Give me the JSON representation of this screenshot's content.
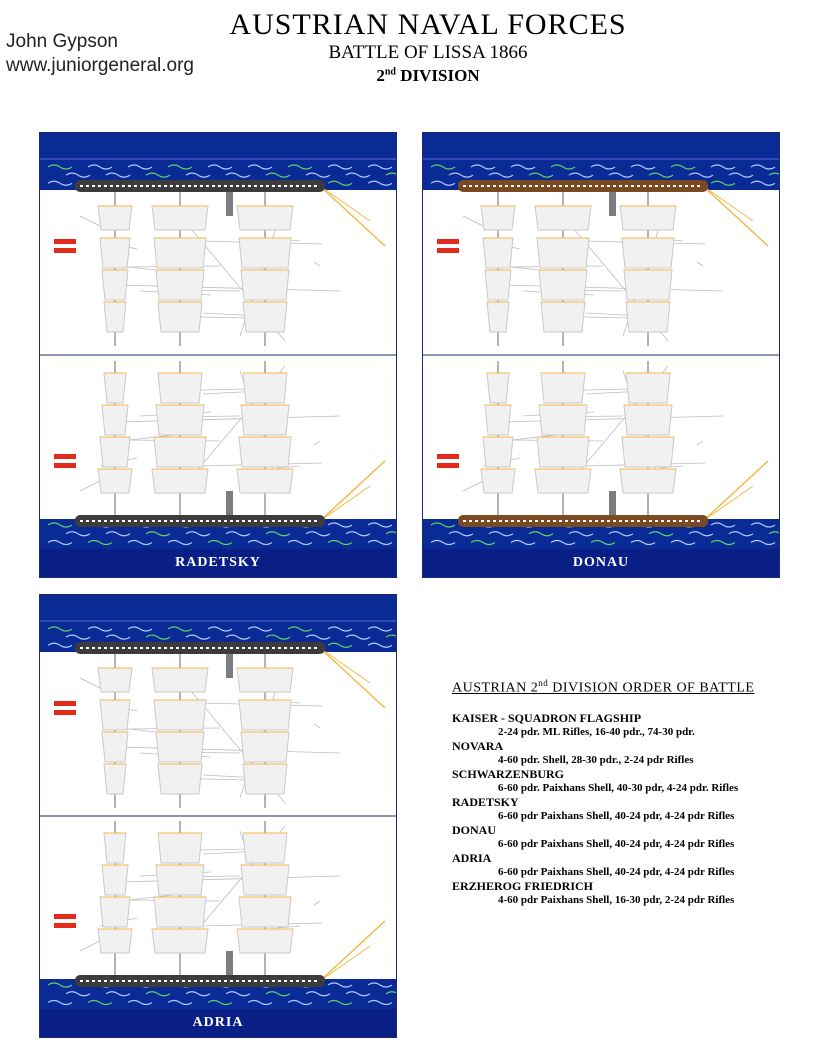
{
  "credits": {
    "author": "John Gypson",
    "site": "www.juniorgeneral.org"
  },
  "header": {
    "title": "AUSTRIAN NAVAL FORCES",
    "subtitle": "BATTLE OF LISSA 1866",
    "division_num": "2",
    "division_sup": "nd",
    "division_word": "DIVISION"
  },
  "colors": {
    "sea": "#0a2a96",
    "label_band": "#0a1f86",
    "hull_grey": "#3c3c3c",
    "hull_brown": "#7a4a22",
    "flag_red": "#e22b1b",
    "rigging_gold": "#f2b94a"
  },
  "ships": [
    {
      "label": "RADETSKY",
      "hull": "grey"
    },
    {
      "label": "DONAU",
      "hull": "brown"
    },
    {
      "label": "ADRIA",
      "hull": "grey"
    }
  ],
  "order_of_battle": {
    "title_pre": "AUSTRIAN 2",
    "title_sup": "nd",
    "title_post": " DIVISION ORDER OF BATTLE",
    "entries": [
      {
        "ship": "KAISER - SQUADRON FLAGSHIP",
        "armament": "2-24 pdr. ML Rifles, 16-40 pdr., 74-30 pdr."
      },
      {
        "ship": "NOVARA",
        "armament": "4-60 pdr. Shell, 28-30 pdr., 2-24 pdr Rifles"
      },
      {
        "ship": "SCHWARZENBURG",
        "armament": "6-60 pdr. Paixhans Shell, 40-30 pdr, 4-24 pdr. Rifles"
      },
      {
        "ship": "RADETSKY",
        "armament": "6-60 pdr Paixhans Shell, 40-24 pdr, 4-24 pdr Rifles"
      },
      {
        "ship": "DONAU",
        "armament": "6-60 pdr Paixhans Shell, 40-24 pdr, 4-24 pdr Rifles"
      },
      {
        "ship": "ADRIA",
        "armament": "6-60 pdr Paixhans Shell, 40-24 pdr, 4-24 pdr Rifles"
      },
      {
        "ship": "ERZHEROG FRIEDRICH",
        "armament": "4-60 pdr Paixhans Shell, 16-30 pdr, 2-24 pdr Rifles"
      }
    ]
  }
}
